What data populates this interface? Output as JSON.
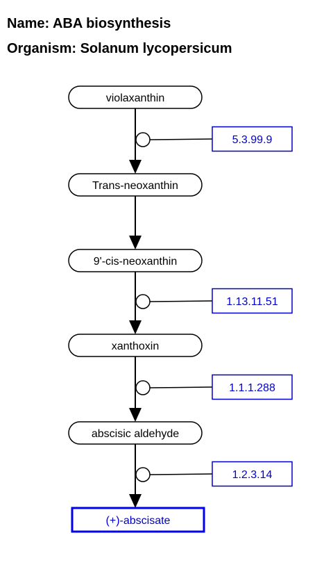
{
  "header": {
    "name": "Name: ABA biosynthesis",
    "organism": "Organism: Solanum lycopersicum"
  },
  "compounds": [
    {
      "label": "violaxanthin",
      "final": false
    },
    {
      "label": "Trans-neoxanthin",
      "final": false
    },
    {
      "label": "9'-cis-neoxanthin",
      "final": false
    },
    {
      "label": "xanthoxin",
      "final": false
    },
    {
      "label": "abscisic aldehyde",
      "final": false
    },
    {
      "label": "(+)-abscisate",
      "final": true
    }
  ],
  "reactions": [
    {
      "enzyme": "5.3.99.9"
    },
    {
      "enzyme": ""
    },
    {
      "enzyme": "1.13.11.51"
    },
    {
      "enzyme": "1.1.1.288"
    },
    {
      "enzyme": "1.2.3.14"
    }
  ],
  "colors": {
    "enzyme_text": "#0000cc",
    "enzyme_border": "#0000cc",
    "product_border": "#0000ee",
    "line": "#000000"
  }
}
